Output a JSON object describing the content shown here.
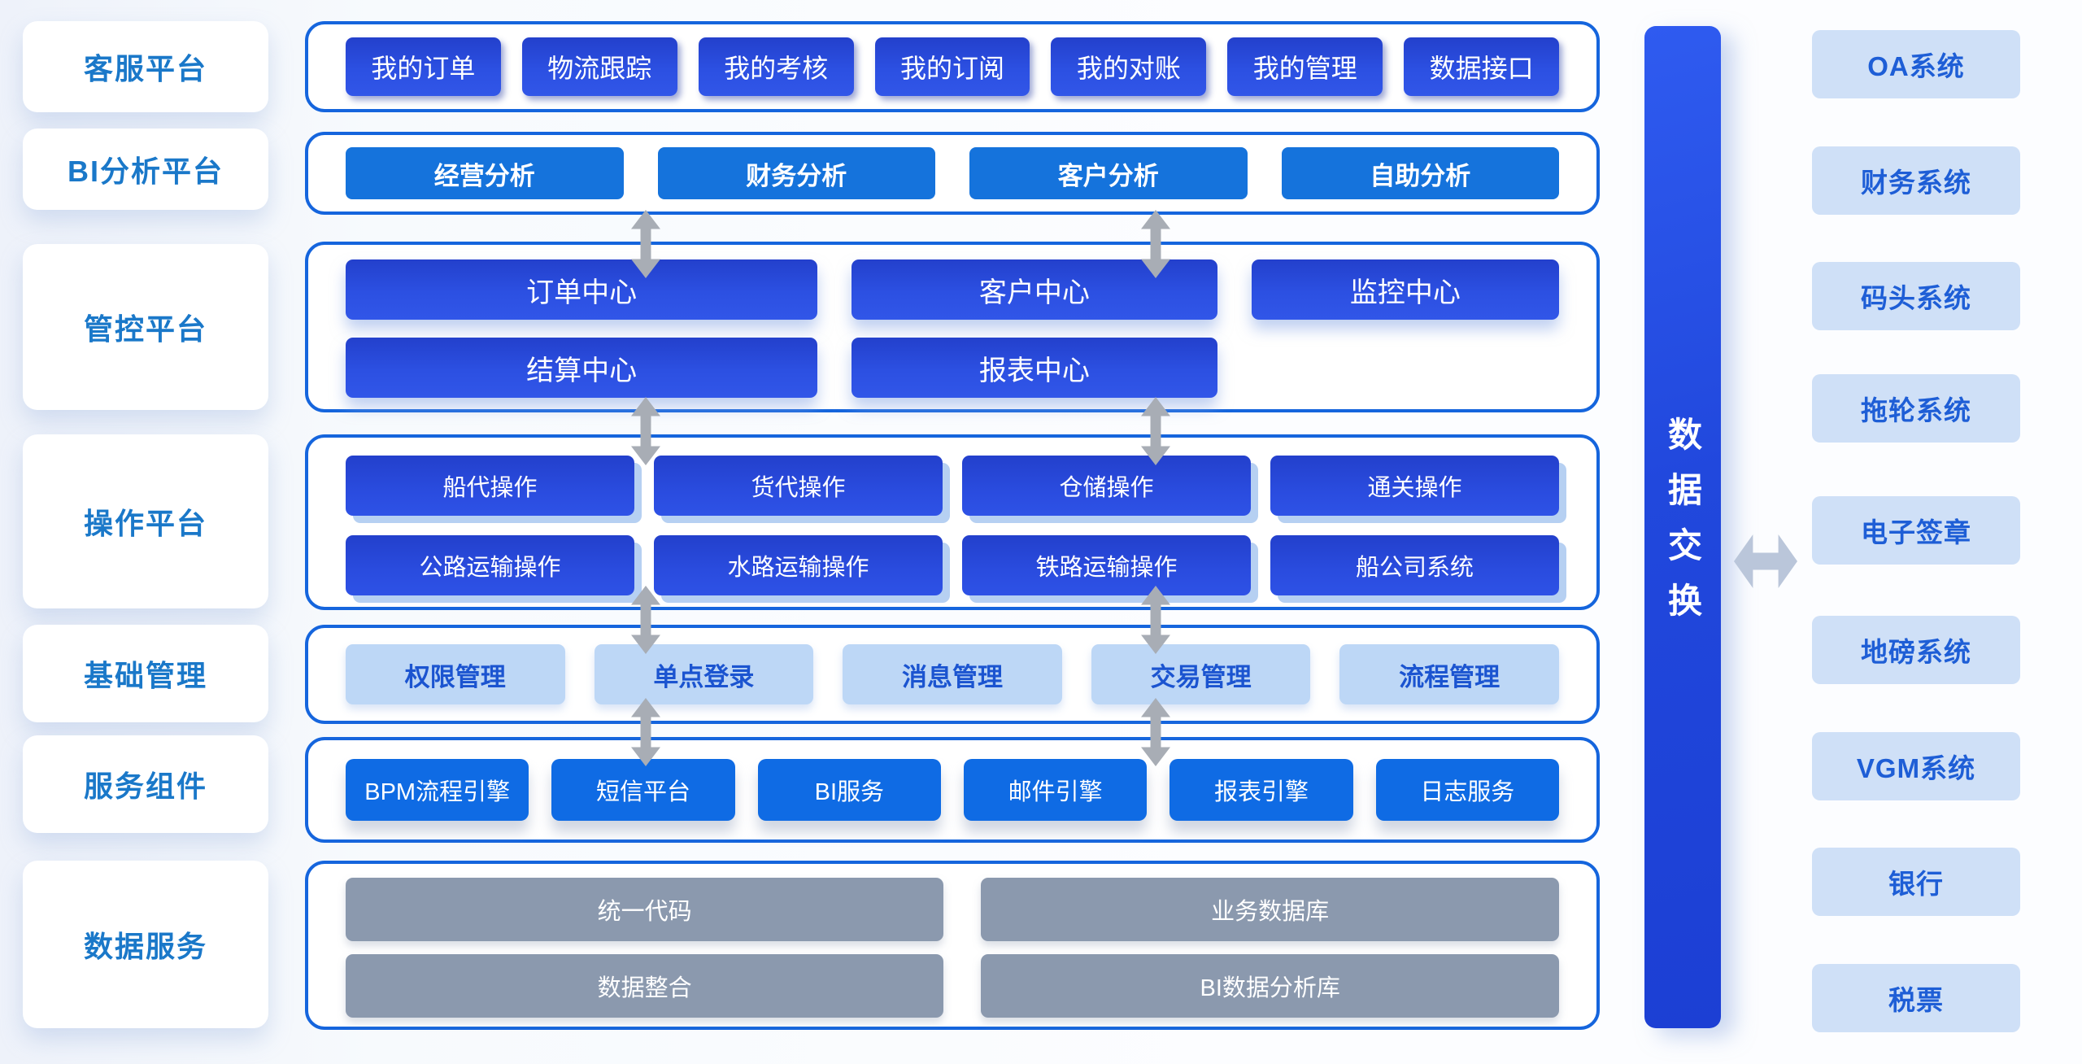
{
  "sidebar": {
    "items": [
      "客服平台",
      "BI分析平台",
      "管控平台",
      "操作平台",
      "基础管理",
      "服务组件",
      "数据服务"
    ]
  },
  "customer_row": {
    "buttons": [
      "我的订单",
      "物流跟踪",
      "我的考核",
      "我的订阅",
      "我的对账",
      "我的管理",
      "数据接口"
    ]
  },
  "bi_row": {
    "buttons": [
      "经营分析",
      "财务分析",
      "客户分析",
      "自助分析"
    ]
  },
  "control_row": {
    "row1": [
      "订单中心",
      "客户中心",
      "监控中心"
    ],
    "row2": [
      "结算中心",
      "报表中心"
    ]
  },
  "operation_row": {
    "row1": [
      "船代操作",
      "货代操作",
      "仓储操作",
      "通关操作"
    ],
    "row2": [
      "公路运输操作",
      "水路运输操作",
      "铁路运输操作",
      "船公司系统"
    ]
  },
  "basic_row": {
    "buttons": [
      "权限管理",
      "单点登录",
      "消息管理",
      "交易管理",
      "流程管理"
    ]
  },
  "component_row": {
    "buttons": [
      "BPM流程引擎",
      "短信平台",
      "BI服务",
      "邮件引擎",
      "报表引擎",
      "日志服务"
    ]
  },
  "data_row": {
    "row1": [
      "统一代码",
      "业务数据库"
    ],
    "row2": [
      "数据整合",
      "BI数据分析库"
    ]
  },
  "exchange": {
    "label": "数据交换"
  },
  "external": {
    "items": [
      "OA系统",
      "财务系统",
      "码头系统",
      "拖轮系统",
      "电子签章",
      "地磅系统",
      "VGM系统",
      "银行",
      "税票"
    ]
  },
  "colors": {
    "indigo_button": "#2c50e2",
    "azure_button": "#1573dc",
    "bright_button": "#0f6be4",
    "light_button_bg": "#bdd7f6",
    "light_button_text": "#1b54d0",
    "gray_button": "#8b99ae",
    "container_border": "#1565dd",
    "sidebar_text": "#1a78c9",
    "external_box_bg": "#cfe0f7",
    "external_box_text": "#1e5ed6",
    "arrow_gray": "#a8adb5",
    "exchange_bar": "#2148dd"
  }
}
